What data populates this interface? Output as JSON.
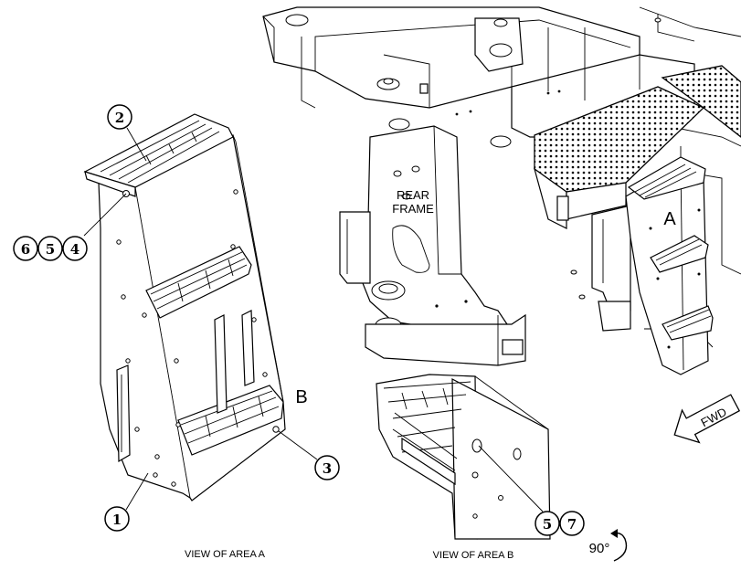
{
  "labels": {
    "rear_frame_line1": "REAR",
    "rear_frame_line2": "FRAME",
    "area_a": "A",
    "area_b": "B",
    "fwd": "FWD",
    "view_a": "VIEW OF AREA A",
    "view_b": "VIEW OF AREA B",
    "rotation": "90°"
  },
  "callouts": {
    "c1": "1",
    "c2": "2",
    "c3": "3",
    "c4": "4",
    "c5a": "5",
    "c6": "6",
    "c5b": "5",
    "c7": "7"
  }
}
